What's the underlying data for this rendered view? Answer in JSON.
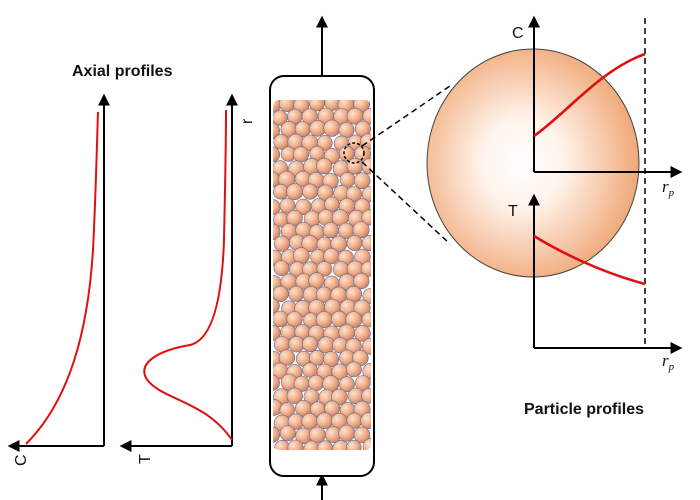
{
  "labels": {
    "axial_title": "Axial profiles",
    "particle_title": "Particle profiles",
    "axial_c": "C",
    "axial_t": "T",
    "axial_r": "r",
    "particle_c": "C",
    "particle_t": "T",
    "rp_main": "r",
    "rp_sub": "p"
  },
  "colors": {
    "curve": "#e01010",
    "particle_fill": "#f0a878",
    "particle_glow": "#ffffff"
  }
}
